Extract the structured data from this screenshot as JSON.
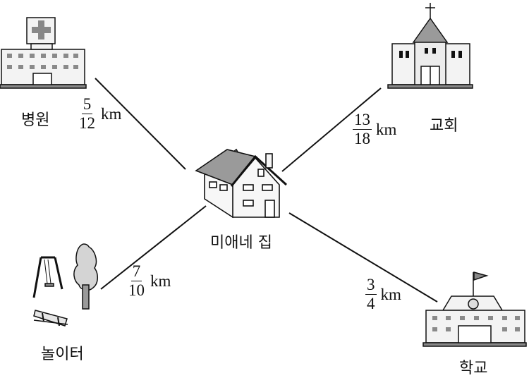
{
  "places": {
    "hospital": "병원",
    "church": "교회",
    "home": "미애네 집",
    "playground": "놀이터",
    "school": "학교"
  },
  "distances": {
    "hospital": {
      "num": "5",
      "den": "12",
      "unit": "km",
      "value": 0.4167
    },
    "church": {
      "num": "13",
      "den": "18",
      "unit": "km",
      "value": 0.7222
    },
    "playground": {
      "num": "7",
      "den": "10",
      "unit": "km",
      "value": 0.7
    },
    "school": {
      "num": "3",
      "den": "4",
      "unit": "km",
      "value": 0.75
    }
  },
  "icons": {
    "hospital": "hospital-icon",
    "church": "church-icon",
    "home": "house-icon",
    "playground": "playground-icon",
    "school": "school-icon"
  },
  "colors": {
    "line": "#111111",
    "roof": "#999999",
    "building_fill": "#f3f3f3",
    "window": "#8a8a8a"
  }
}
